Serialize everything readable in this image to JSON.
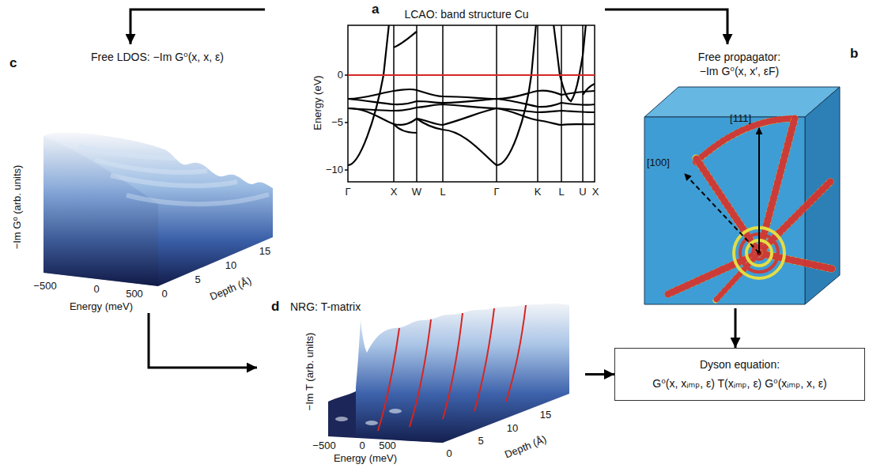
{
  "diagram": {
    "nodes": [
      {
        "text": [
          "a",
          "LCAO: band structure Cu"
        ]
      },
      {
        "text": [
          "b",
          "Free propagator:",
          "−Im G⁰(x, x′, εF)"
        ]
      },
      {
        "text": [
          "c",
          "Free LDOS: −Im G⁰(x, x, ε)"
        ]
      },
      {
        "text": [
          "d",
          "NRG: T-matrix"
        ]
      },
      {
        "text": [
          "Dyson equation:",
          "G⁰(x, xᵢₘₚ, ε) T(xᵢₘₚ, ε) G⁰(xᵢₘₚ, x, ε)"
        ]
      }
    ],
    "edges": [
      {
        "from": 0,
        "to": 2,
        "arrow": "to"
      },
      {
        "from": 0,
        "to": 1,
        "arrow": "to"
      },
      {
        "from": 1,
        "to": 4,
        "arrow": "to"
      },
      {
        "from": 2,
        "to": 3,
        "arrow": "to"
      },
      {
        "from": 3,
        "to": 4,
        "arrow": "to"
      }
    ],
    "labels": [
      "Energy (eV)",
      "0",
      "−5",
      "−10",
      "Γ",
      "X",
      "W",
      "L",
      "Γ",
      "K",
      "L",
      "U",
      "X",
      "[111]",
      "[100]",
      "−Im G⁰ (arb. units)",
      "−500",
      "0",
      "500",
      "Energy (meV)",
      "0",
      "5",
      "10",
      "15",
      "Depth (Å)",
      "−Im T (arb. units)",
      "−500",
      "0",
      "500",
      "Energy (meV)",
      "0",
      "5",
      "10",
      "15",
      "Depth (Å)"
    ]
  }
}
